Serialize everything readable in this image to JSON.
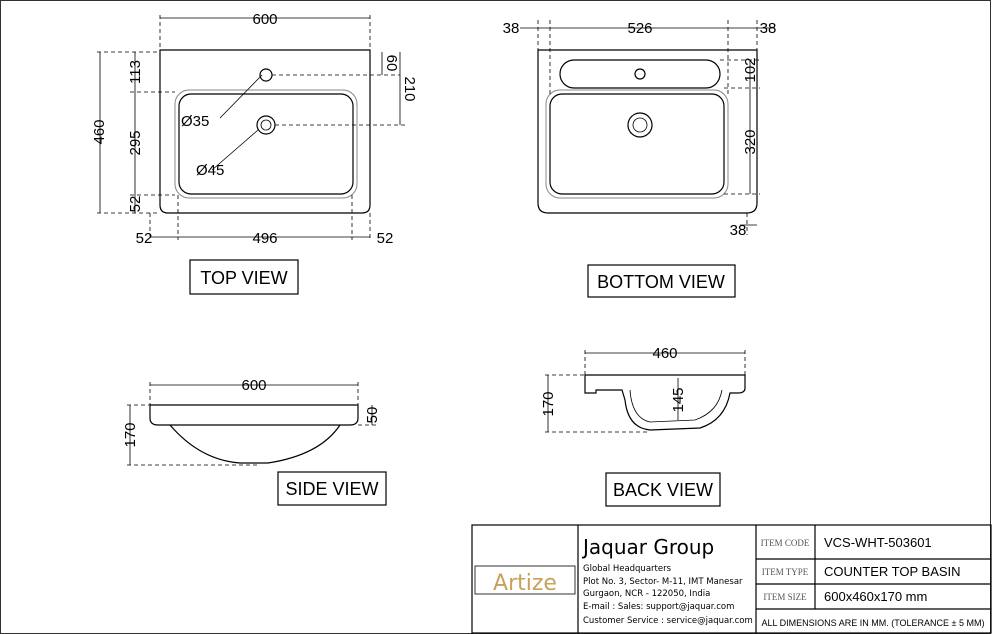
{
  "top_view": {
    "label": "TOP VIEW",
    "dims": {
      "width": "600",
      "depth": "460",
      "d113": "113",
      "d295": "295",
      "d52_left": "52",
      "d60": "60",
      "d210": "210",
      "bottom_left": "52",
      "bottom_mid": "496",
      "bottom_right": "52",
      "hole1": "Ø35",
      "hole2": "Ø45"
    }
  },
  "bottom_view": {
    "label": "BOTTOM VIEW",
    "dims": {
      "top_left": "38",
      "top_mid": "526",
      "top_right": "38",
      "d102": "102",
      "d320": "320",
      "bottom_right": "38"
    }
  },
  "side_view": {
    "label": "SIDE VIEW",
    "dims": {
      "width": "600",
      "height": "170",
      "rim": "50"
    }
  },
  "back_view": {
    "label": "BACK VIEW",
    "dims": {
      "width": "460",
      "height": "170",
      "bowl": "145"
    }
  },
  "title_block": {
    "logo": "Artize",
    "company": "Jaquar Group",
    "address": [
      "Global Headquarters",
      "Plot No. 3, Sector- M-11, IMT Manesar",
      "Gurgaon, NCR - 122050, India",
      "E-mail : Sales: support@jaquar.com",
      "Customer Service : service@jaquar.com"
    ],
    "rows": [
      {
        "label": "ITEM CODE",
        "value": "VCS-WHT-503601"
      },
      {
        "label": "ITEM TYPE",
        "value": "COUNTER TOP BASIN"
      },
      {
        "label": "ITEM SIZE",
        "value": "600x460x170 mm"
      }
    ],
    "note": "ALL DIMENSIONS ARE IN MM. (TOLERANCE ± 5 MM)",
    "logo_color": "#c9a15a"
  }
}
